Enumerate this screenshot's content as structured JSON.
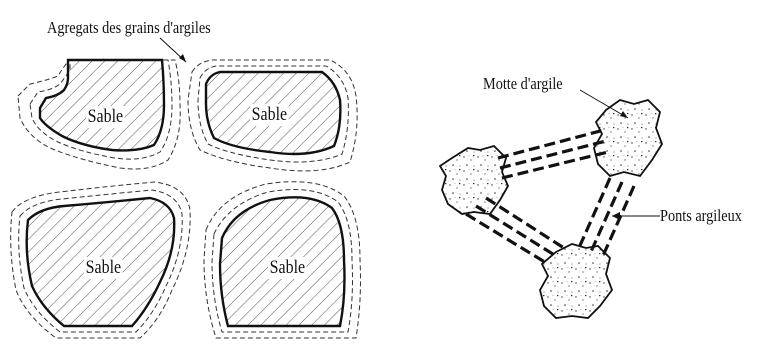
{
  "labels": {
    "agregats": "Agregats des grains d'argiles",
    "motte": "Motte d'argile",
    "ponts": "Ponts argileux"
  },
  "grains": {
    "top_left": "Sable",
    "top_right": "Sable",
    "bottom_left": "Sable",
    "bottom_right": "Sable"
  }
}
